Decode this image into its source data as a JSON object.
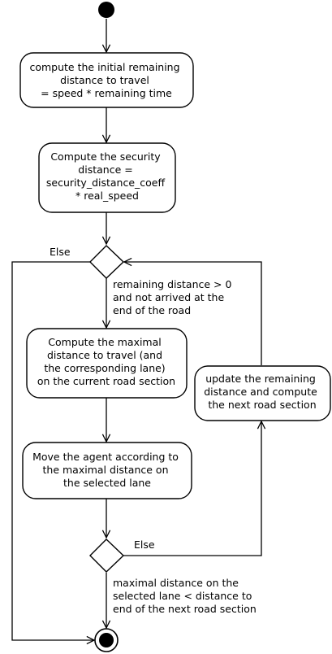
{
  "diagram": {
    "type": "uml-activity-diagram",
    "start_node": "initial",
    "end_node": "final",
    "actions": {
      "compute_initial": {
        "lines": [
          "compute the initial remaining",
          "distance to travel",
          " = speed * remaining time"
        ]
      },
      "compute_security": {
        "lines": [
          "Compute the security",
          "distance =",
          "security_distance_coeff",
          "* real_speed"
        ]
      },
      "compute_maximal": {
        "lines": [
          "Compute the maximal",
          "distance to travel (and",
          "the corresponding lane)",
          "on the current road section"
        ]
      },
      "move_agent": {
        "lines": [
          "Move the agent according to",
          "the maximal distance on",
          "the selected lane"
        ]
      },
      "update_remaining": {
        "lines": [
          "update the remaining",
          "distance and compute",
          "the next road section"
        ]
      }
    },
    "guards": {
      "else_top": {
        "lines": [
          "Else"
        ]
      },
      "loop_condition": {
        "lines": [
          "remaining distance > 0",
          "and not arrived at the",
          "end of the road"
        ]
      },
      "else_bottom": {
        "lines": [
          "Else"
        ]
      },
      "exit_condition": {
        "lines": [
          "maximal distance on the",
          "selected lane < distance to",
          "end of the next road section"
        ]
      }
    },
    "flows": [
      {
        "from": "initial",
        "to": "compute_initial"
      },
      {
        "from": "compute_initial",
        "to": "compute_security"
      },
      {
        "from": "compute_security",
        "to": "decision_loop"
      },
      {
        "from": "decision_loop",
        "to": "compute_maximal",
        "guard": "loop_condition"
      },
      {
        "from": "decision_loop",
        "to": "final",
        "guard": "else_top"
      },
      {
        "from": "compute_maximal",
        "to": "move_agent"
      },
      {
        "from": "move_agent",
        "to": "decision_exit"
      },
      {
        "from": "decision_exit",
        "to": "final",
        "guard": "exit_condition"
      },
      {
        "from": "decision_exit",
        "to": "update_remaining",
        "guard": "else_bottom"
      },
      {
        "from": "update_remaining",
        "to": "decision_loop"
      }
    ]
  }
}
